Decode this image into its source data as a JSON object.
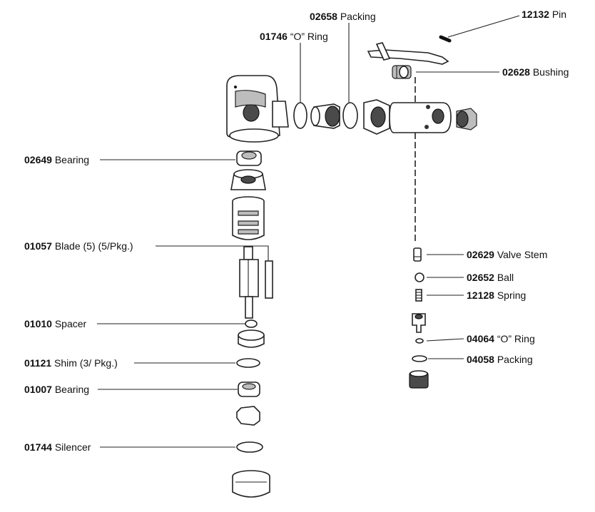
{
  "labels": [
    {
      "id": "pin",
      "number": "12132",
      "desc": " Pin"
    },
    {
      "id": "bushing",
      "number": "02628",
      "desc": " Bushing"
    },
    {
      "id": "packing1",
      "number": "02658",
      "desc": " Packing"
    },
    {
      "id": "oring1",
      "number": "01746",
      "desc": " “O” Ring"
    },
    {
      "id": "bearing1",
      "number": "02649",
      "desc": " Bearing"
    },
    {
      "id": "blade",
      "number": "01057",
      "desc": " Blade (5) (5/Pkg.)"
    },
    {
      "id": "spacer",
      "number": "01010",
      "desc": " Spacer"
    },
    {
      "id": "shim",
      "number": "01121",
      "desc": " Shim (3/ Pkg.)"
    },
    {
      "id": "bearing2",
      "number": "01007",
      "desc": " Bearing"
    },
    {
      "id": "silencer",
      "number": "01744",
      "desc": " Silencer"
    },
    {
      "id": "valvestem",
      "number": "02629",
      "desc": " Valve Stem"
    },
    {
      "id": "ball",
      "number": "02652",
      "desc": " Ball"
    },
    {
      "id": "spring",
      "number": "12128",
      "desc": " Spring"
    },
    {
      "id": "oring2",
      "number": "04064",
      "desc": " “O” Ring"
    },
    {
      "id": "packing2",
      "number": "04058",
      "desc": " Packing"
    }
  ]
}
